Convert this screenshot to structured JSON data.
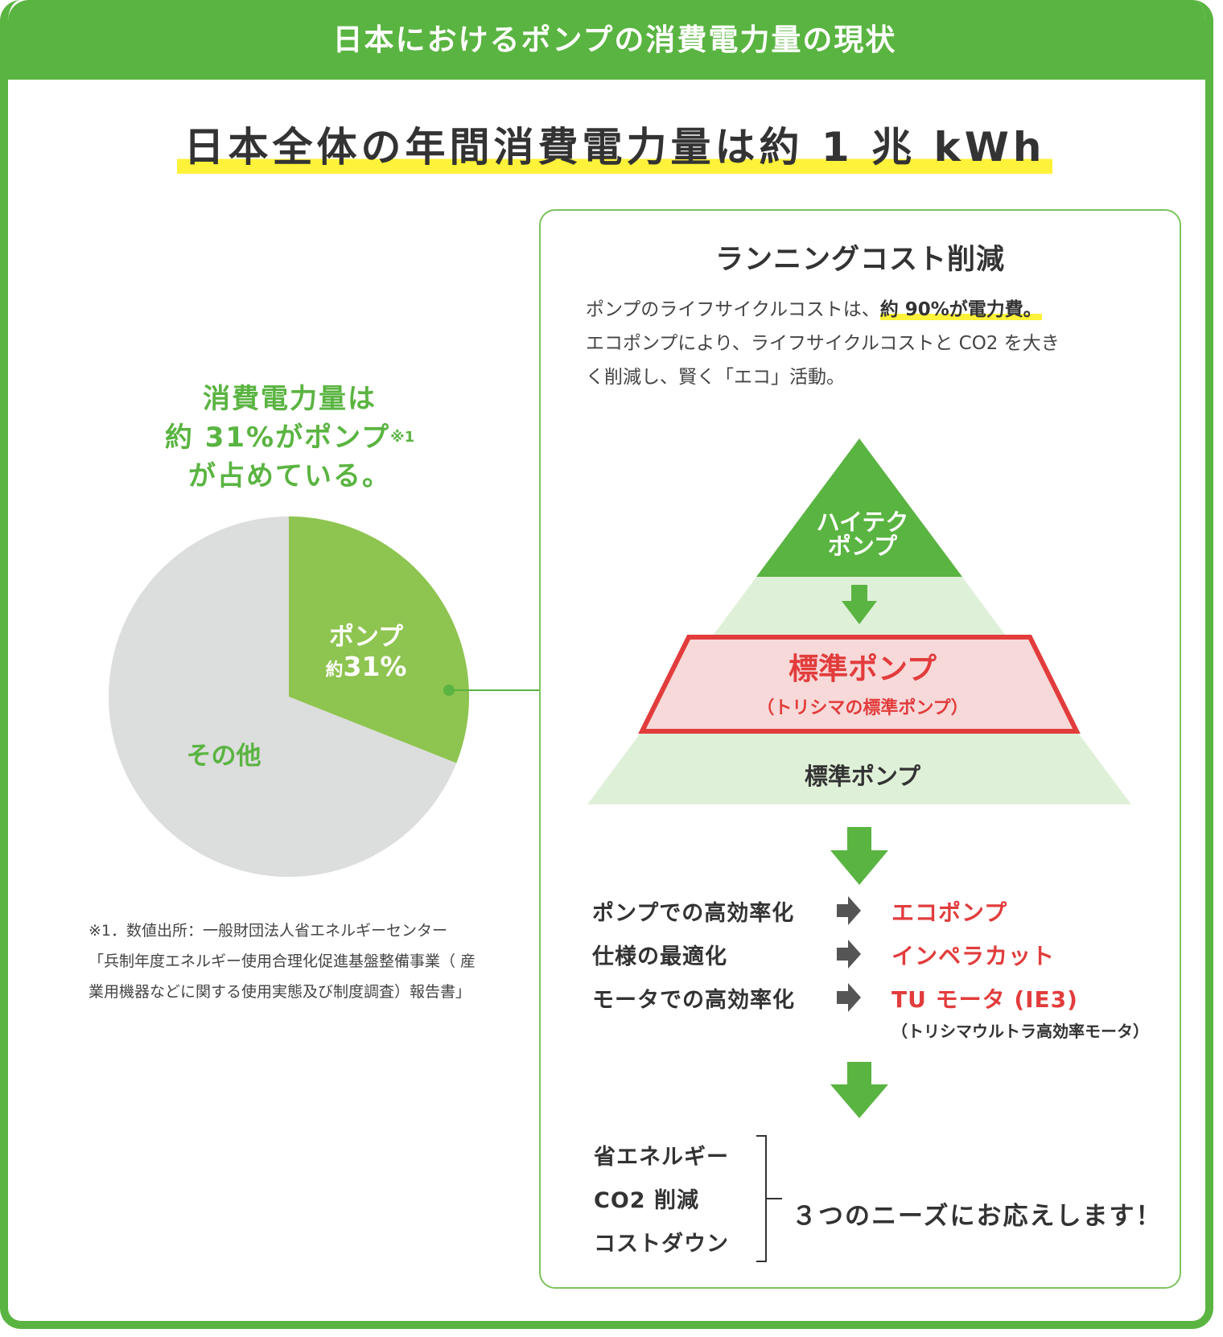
{
  "banner": {
    "title": "日本におけるポンプの消費電力量の現状"
  },
  "headline": "日本全体の年間消費電力量は約 1 兆 kWh",
  "pie_heading": {
    "line1": "消費電力量は",
    "line2": "約 31%がポンプ",
    "note_mark": "※1",
    "line3": "が占めている。"
  },
  "colors": {
    "brand_green": "#5ab441",
    "light_green": "#8ec450",
    "pie_gray": "#dcdddd",
    "pale_green": "#dff0d8",
    "red": "#e23c3c",
    "pink": "#f7d9d9",
    "highlight": "#fff23a"
  },
  "chart_data": {
    "type": "pie",
    "slices": [
      {
        "label": "ポンプ",
        "value_label": "約31%",
        "value_prefix": "約",
        "value_text": "31%",
        "value": 31,
        "color": "#8ec450"
      },
      {
        "label": "その他",
        "value": 69,
        "color": "#dcdddd"
      }
    ],
    "start_angle_deg": 0,
    "direction": "clockwise"
  },
  "footnote": {
    "line1": "※1．数値出所：一般財団法人省エネルギーセンター",
    "line2": "「兵制年度エネルギー使用合理化促進基盤整備事業（ 産",
    "line3": "業用機器などに関する使用実態及び制度調査）報告書」"
  },
  "panel": {
    "title": "ランニングコスト削減",
    "body_line1_a": "ポンプのライフサイクルコストは、",
    "body_line1_hl": "約 90%が電力費。",
    "body_line2": "エコポンプにより、ライフサイクルコストと CO2 を大き",
    "body_line3": "く削減し、賢く「エコ」活動。",
    "pyramid": {
      "top_line1": "ハイテク",
      "top_line2": "ポンプ",
      "mid": "標準ポンプ",
      "mid_sub": "（トリシマの標準ポンプ）",
      "bottom": "標準ポンプ"
    },
    "measures": [
      {
        "label": "ポンプでの高効率化",
        "result": "エコポンプ"
      },
      {
        "label": "仕様の最適化",
        "result": "インペラカット"
      },
      {
        "label": "モータでの高効率化",
        "result": "TU モータ (IE3)"
      }
    ],
    "measure_sub": "（トリシマウルトラ高効率モータ）",
    "needs": [
      "省エネルギー",
      "CO2 削減",
      "コストダウン"
    ],
    "needs_text": "３つのニーズにお応えします！"
  }
}
